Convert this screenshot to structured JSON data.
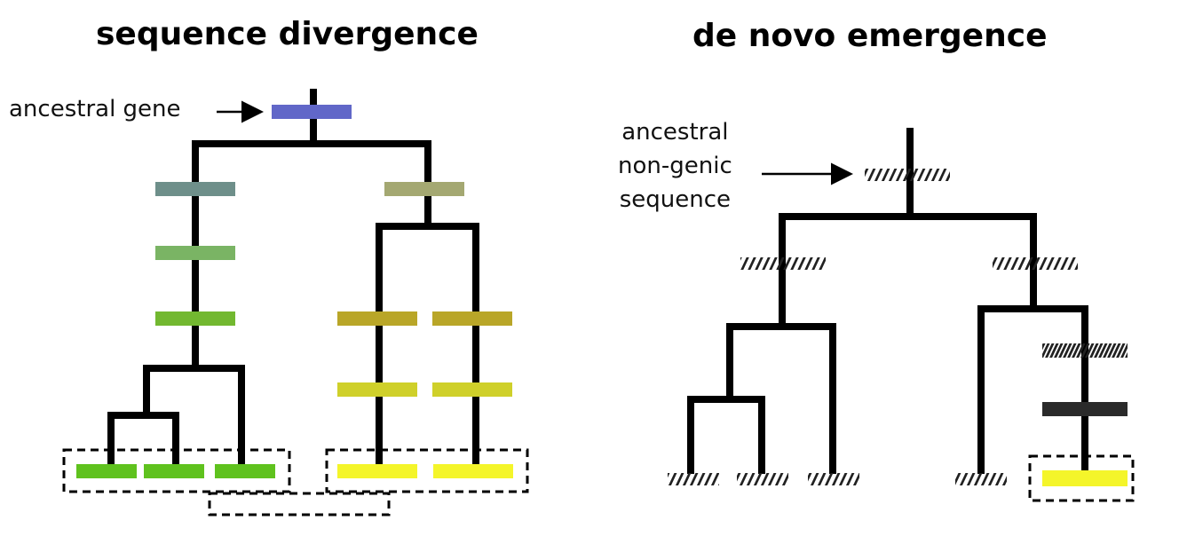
{
  "left_panel": {
    "title": "sequence divergence",
    "ancestral_label": "ancestral gene"
  },
  "right_panel": {
    "title": "de novo emergence",
    "ancestral_label_lines": [
      "ancestral",
      "non-genic",
      "sequence"
    ]
  },
  "colors": {
    "ancestral_gene": "#6167c8",
    "left_branch_1": "#6e8f8a",
    "left_branch_2": "#7ab464",
    "left_branch_3": "#72b830",
    "left_leaves": "#5fc21e",
    "right_branch_1": "#a4a872",
    "right_branch_2": "#b9a628",
    "right_branch_3": "#cfd02a",
    "right_leaves": "#f4f52a",
    "de_novo_gene": "#f4f52a",
    "tree": "#000000"
  },
  "icons": [
    "hatched-non-genic-sequence",
    "arrow-right-icon"
  ]
}
